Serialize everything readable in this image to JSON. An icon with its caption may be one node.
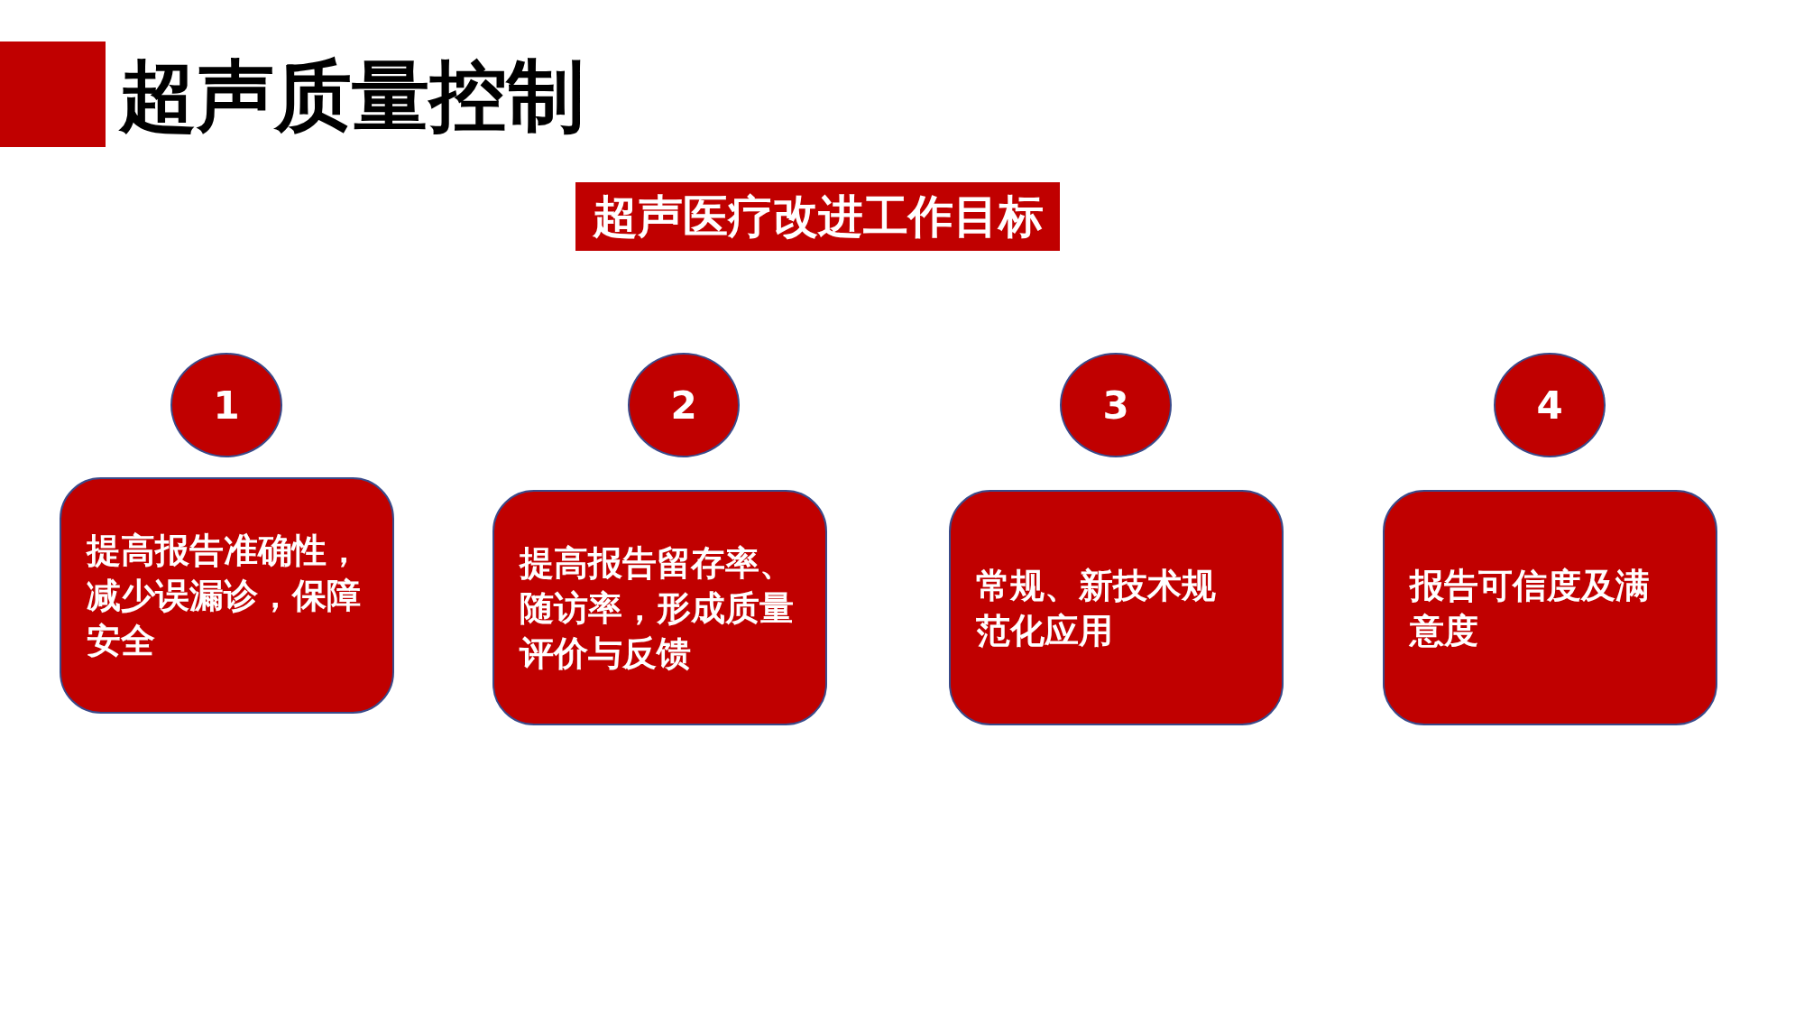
{
  "diagram": {
    "title": "超声质量控制",
    "nodes": [
      {
        "text": [
          "超声医疗改进工作目标"
        ]
      },
      {
        "text": [
          "1"
        ]
      },
      {
        "text": [
          "提高报告准确性，减少误漏诊，保障安全"
        ]
      },
      {
        "text": [
          "2"
        ]
      },
      {
        "text": [
          "提高报告留存率、随访率，形成质量评价与反馈"
        ]
      },
      {
        "text": [
          "3"
        ]
      },
      {
        "text": [
          "常规、新技术规范化应用"
        ]
      },
      {
        "text": [
          "4"
        ]
      },
      {
        "text": [
          "报告可信度及满意度"
        ]
      }
    ],
    "edges": []
  }
}
